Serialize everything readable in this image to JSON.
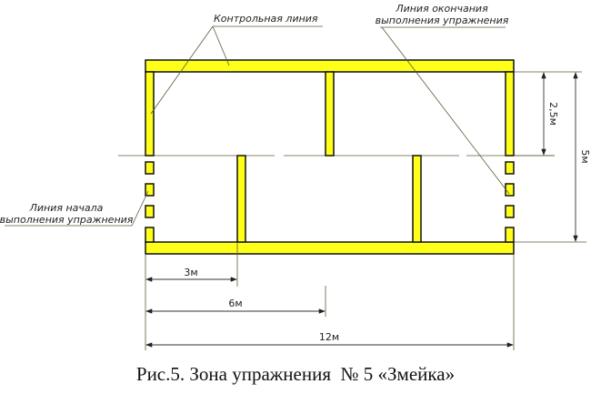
{
  "labels": {
    "control_line": "Контрольная линия",
    "finish_line_1": "Линия окончания",
    "finish_line_2": "выполнения упражнения",
    "start_line_1": "Линия начала",
    "start_line_2": "выполнения упражнения"
  },
  "dimensions": {
    "d_2_5": "2,5м",
    "d_5": "5м",
    "d_3": "3м",
    "d_6": "6м",
    "d_12": "12м"
  },
  "caption": "Рис.5. Зона упражнения  № 5 «Змейка»",
  "colors": {
    "lane": "#ffff1a",
    "outline": "#111111"
  }
}
